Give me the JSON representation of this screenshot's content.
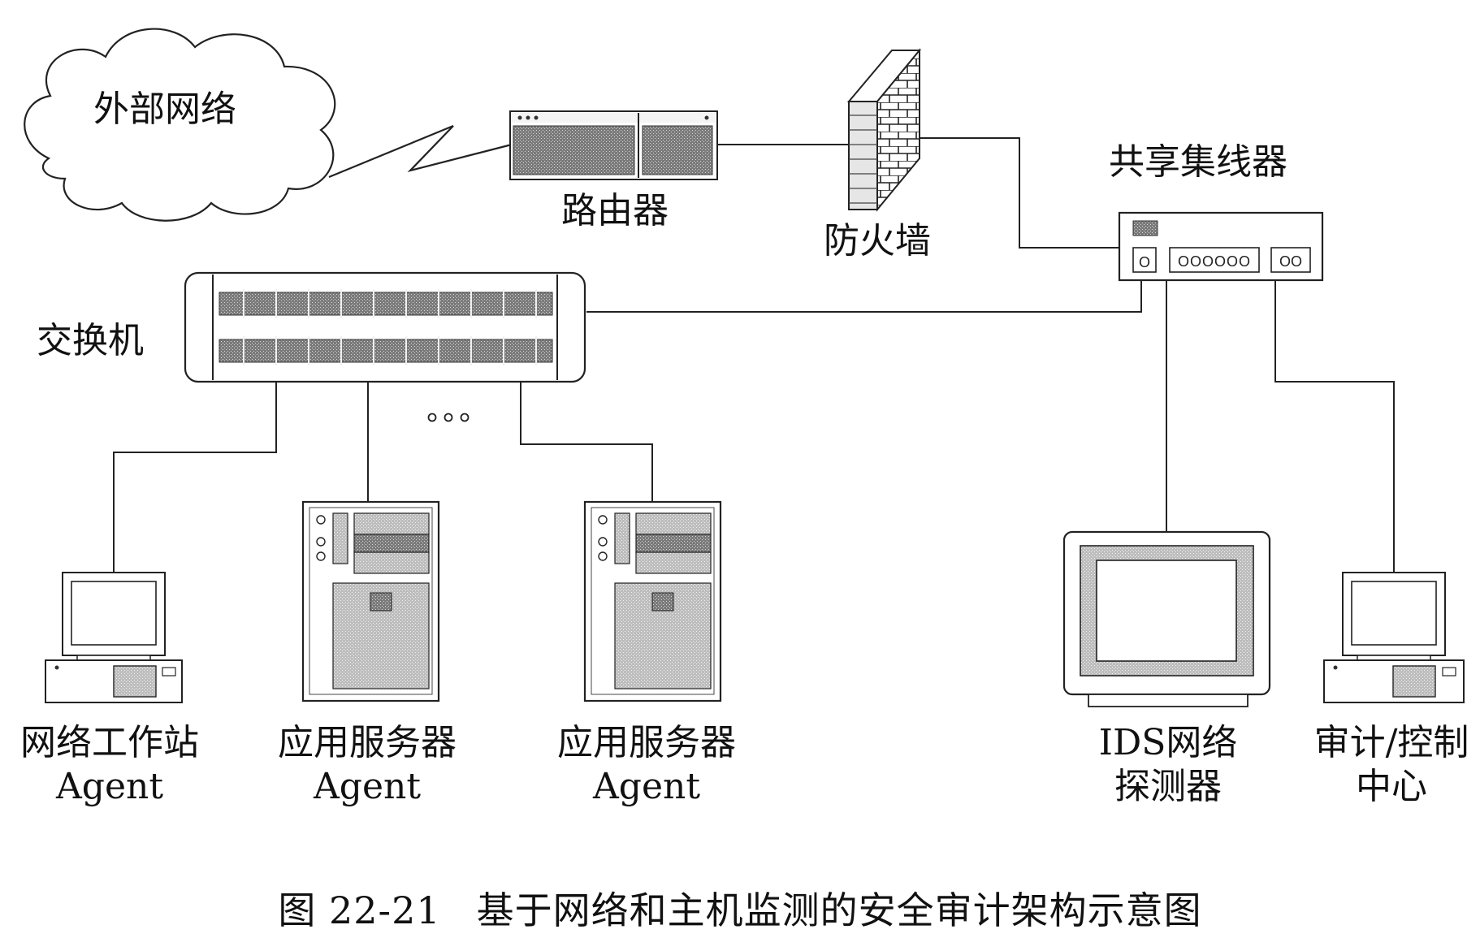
{
  "nodes": {
    "cloud": "外部网络",
    "router": "路由器",
    "firewall": "防火墙",
    "hub": "共享集线器",
    "switch": "交换机",
    "workstation": [
      "网络工作站",
      "Agent"
    ],
    "app_server_1": [
      "应用服务器",
      "Agent"
    ],
    "app_server_2": [
      "应用服务器",
      "Agent"
    ],
    "ids": [
      "IDS网络",
      "探测器"
    ],
    "audit": [
      "审计/控制",
      "中心"
    ]
  },
  "ellipsis": "• • •",
  "caption": {
    "number": "图 22-21",
    "text": "基于网络和主机监测的安全审计架构示意图"
  }
}
